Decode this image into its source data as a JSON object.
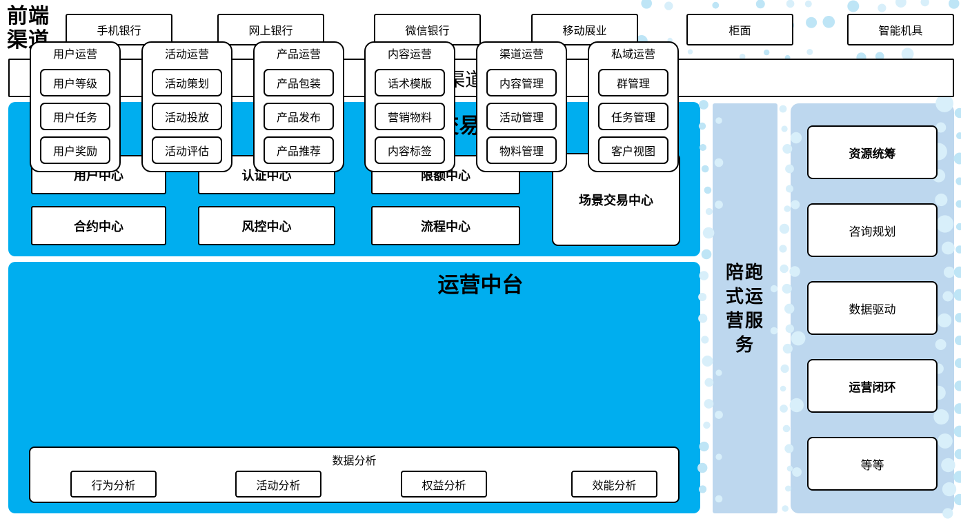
{
  "front_channels": {
    "label": "前端渠道",
    "items": [
      "手机银行",
      "网上银行",
      "微信银行",
      "移动展业",
      "柜面",
      "智能机具"
    ]
  },
  "fpaas": {
    "label": "全渠道fPaaS"
  },
  "trading_platform": {
    "title": "交易中台",
    "row1": [
      "用户中心",
      "认证中心",
      "限额中心"
    ],
    "row2": [
      "合约中心",
      "风控中心",
      "流程中心"
    ],
    "scene_center": "场景交易中心"
  },
  "operations_platform": {
    "title": "运营中台",
    "columns": [
      {
        "title": "用户运营",
        "items": [
          "用户等级",
          "用户任务",
          "用户奖励"
        ]
      },
      {
        "title": "活动运营",
        "items": [
          "活动策划",
          "活动投放",
          "活动评估"
        ]
      },
      {
        "title": "产品运营",
        "items": [
          "产品包装",
          "产品发布",
          "产品推荐"
        ]
      },
      {
        "title": "内容运营",
        "items": [
          "话术模版",
          "营销物料",
          "内容标签"
        ]
      },
      {
        "title": "渠道运营",
        "items": [
          "内容管理",
          "活动管理",
          "物料管理"
        ]
      },
      {
        "title": "私域运营",
        "items": [
          "群管理",
          "任务管理",
          "客户视图"
        ]
      }
    ],
    "data_analysis": {
      "title": "数据分析",
      "items": [
        "行为分析",
        "活动分析",
        "权益分析",
        "效能分析"
      ]
    }
  },
  "accompany_service": {
    "label": "陪跑式运营服务"
  },
  "service_panel": {
    "items": [
      {
        "label": "资源统筹",
        "bold": true
      },
      {
        "label": "咨询规划",
        "bold": false
      },
      {
        "label": "数据驱动",
        "bold": false
      },
      {
        "label": "运营闭环",
        "bold": true
      },
      {
        "label": "等等",
        "bold": false
      }
    ]
  },
  "colors": {
    "primary_blue": "#00AEEF",
    "panel_blue": "#BDD7EE",
    "dot_light": "#D8EFFA",
    "dot_accent": "#BEE5F6"
  }
}
